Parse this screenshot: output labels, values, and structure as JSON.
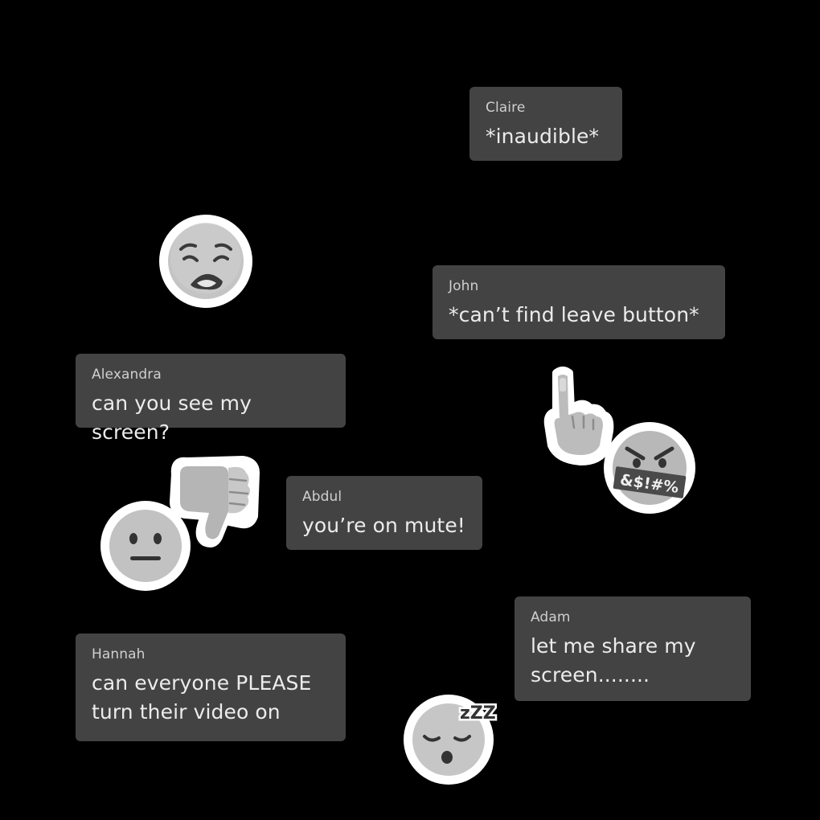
{
  "messages": [
    {
      "id": "claire",
      "sender": "Claire",
      "text": "*inaudible*"
    },
    {
      "id": "john",
      "sender": "John",
      "text": "*can’t find leave button*"
    },
    {
      "id": "alexandra",
      "sender": "Alexandra",
      "text": "can you see my screen?"
    },
    {
      "id": "abdul",
      "sender": "Abdul",
      "text": "you’re on mute!"
    },
    {
      "id": "adam",
      "sender": "Adam",
      "text": "let me share my\nscreen........"
    },
    {
      "id": "hannah",
      "sender": "Hannah",
      "text": "can everyone PLEASE\nturn their video on"
    }
  ],
  "stickers": {
    "weary": {
      "icon": "weary-face-icon"
    },
    "middle_finger": {
      "icon": "middle-finger-hand-icon"
    },
    "cursing": {
      "icon": "face-with-symbols-on-mouth-icon",
      "symbols": "&$!#%"
    },
    "thumbs_down": {
      "icon": "thumbs-down-icon"
    },
    "neutral": {
      "icon": "neutral-face-icon"
    },
    "sleeping": {
      "icon": "sleeping-face-icon",
      "zzz": "zZZ"
    }
  },
  "colors": {
    "background": "#000000",
    "bubble": "#434343",
    "sender_text": "#cfcfcf",
    "message_text": "#ececec",
    "sticker_border": "#ffffff",
    "emoji_fill": "#bdbdbd"
  }
}
